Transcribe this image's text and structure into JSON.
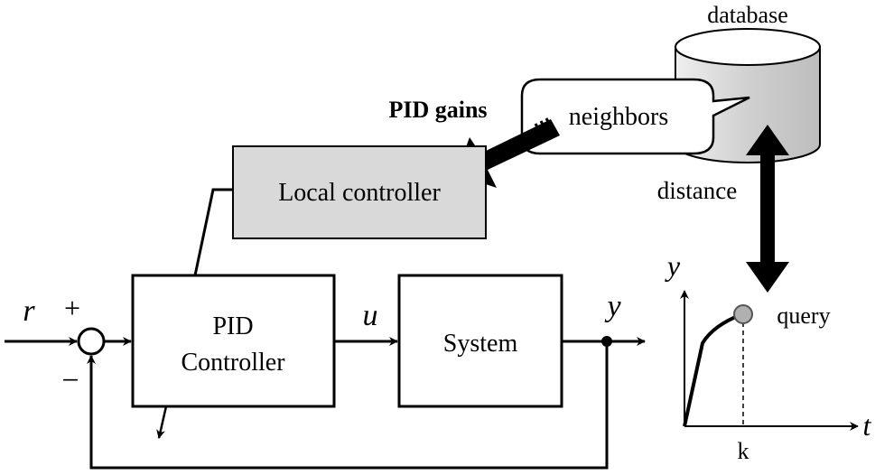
{
  "diagram": {
    "database_label": "database",
    "neighbors_label": "neighbors",
    "pid_gains_label": "PID gains",
    "local_controller_label": "Local controller",
    "distance_label": "distance",
    "pid_controller_line1": "PID",
    "pid_controller_line2": "Controller",
    "system_label": "System",
    "r_label": "r",
    "plus_sign": "+",
    "minus_sign": "−",
    "u_label": "u",
    "y_output_label": "y",
    "plot_y_axis_label": "y",
    "plot_t_axis_label": "t",
    "plot_k_label": "k",
    "query_label": "query"
  },
  "colors": {
    "local_controller_fill": "#d9d9d9",
    "query_point_fill": "#b0b0b0",
    "database_top": "#ffffff",
    "database_bottom": "#b5b5b5",
    "stroke": "#000000"
  }
}
